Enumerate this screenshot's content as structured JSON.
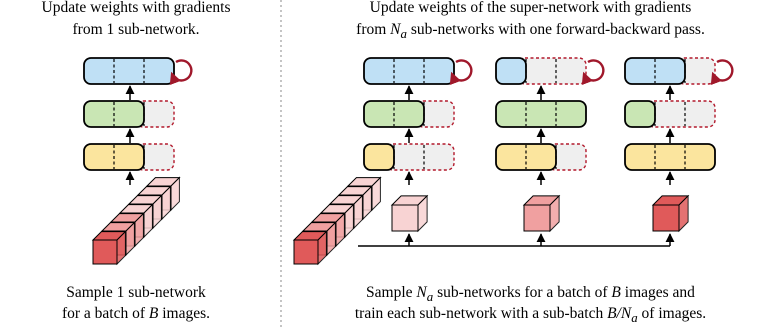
{
  "left_panel": {
    "top_caption_line1": "Update weights with gradients",
    "top_caption_line2": "from 1 sub-network.",
    "bottom_caption_line1": "Sample 1 sub-network",
    "bottom_caption_line2_a": "for a batch of ",
    "bottom_caption_line2_var": "B",
    "bottom_caption_line2_b": " images."
  },
  "right_panel": {
    "top_caption_line1": "Update weights of the super-network with gradients",
    "top_caption_line2_a": "from ",
    "top_caption_line2_var": "N",
    "top_caption_line2_sub": "a",
    "top_caption_line2_b": " sub-networks with one forward-backward pass.",
    "bottom_caption_line1_a": "Sample ",
    "bottom_caption_line1_var": "N",
    "bottom_caption_line1_sub": "a",
    "bottom_caption_line1_b": " sub-networks for a batch of ",
    "bottom_caption_line1_var2": "B",
    "bottom_caption_line1_c": " images and",
    "bottom_caption_line2_a": "train each sub-network with a sub-batch ",
    "bottom_caption_line2_var": "B/N",
    "bottom_caption_line2_sub": "a",
    "bottom_caption_line2_b": " of images."
  },
  "colors": {
    "blue_layer": "#bfe0f5",
    "green_layer": "#c9e6b4",
    "yellow_layer": "#fbe59e",
    "inactive_fill": "#efefef",
    "inactive_border": "#b2182b",
    "loop_arrow": "#a0182b",
    "cube_dark": "#e05a5a",
    "cube_mid": "#f0a0a0",
    "cube_light": "#f8d3d3"
  }
}
